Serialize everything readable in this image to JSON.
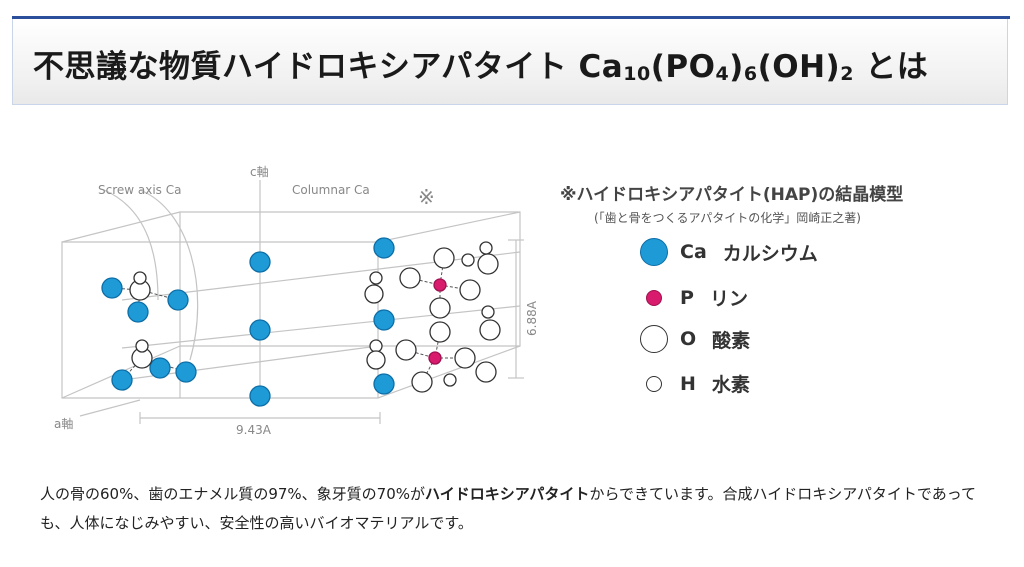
{
  "header": {
    "title_main": "不思議な物質ハイドロキシアパタイト Ca",
    "title_sub1": "10",
    "title_mid1": "(PO",
    "title_sub2": "4",
    "title_mid2": ")",
    "title_sub3": "6",
    "title_mid3": "(OH)",
    "title_sub4": "2",
    "title_end": " とは"
  },
  "diagram": {
    "label_screw": "Screw axis Ca",
    "label_c_axis": "c軸",
    "label_columnar": "Columnar Ca",
    "label_note_mark": "※",
    "label_a_axis": "a軸",
    "label_width": "9.43A",
    "label_height": "6.88A"
  },
  "legend": {
    "title": "※ハイドロキシアパタイト(HAP)の結晶模型",
    "subtitle": "(「歯と骨をつくるアパタイトの化学」岡崎正之著)",
    "items": [
      {
        "symbol": "Ca",
        "name": "カルシウム",
        "color": "#1e9ad6"
      },
      {
        "symbol": "P",
        "name": "リン",
        "color": "#d81b6c"
      },
      {
        "symbol": "O",
        "name": "酸素",
        "color": "#ffffff"
      },
      {
        "symbol": "H",
        "name": "水素",
        "color": "#ffffff"
      }
    ]
  },
  "description": {
    "part1": "人の骨の60%、歯のエナメル質の97%、象牙質の70%が",
    "bold": "ハイドロキシアパタイト",
    "part2": "からできています。合成ハイドロキシアパタイトであっても、人体になじみやすい、安全性の高いバイオマテリアルです。"
  }
}
